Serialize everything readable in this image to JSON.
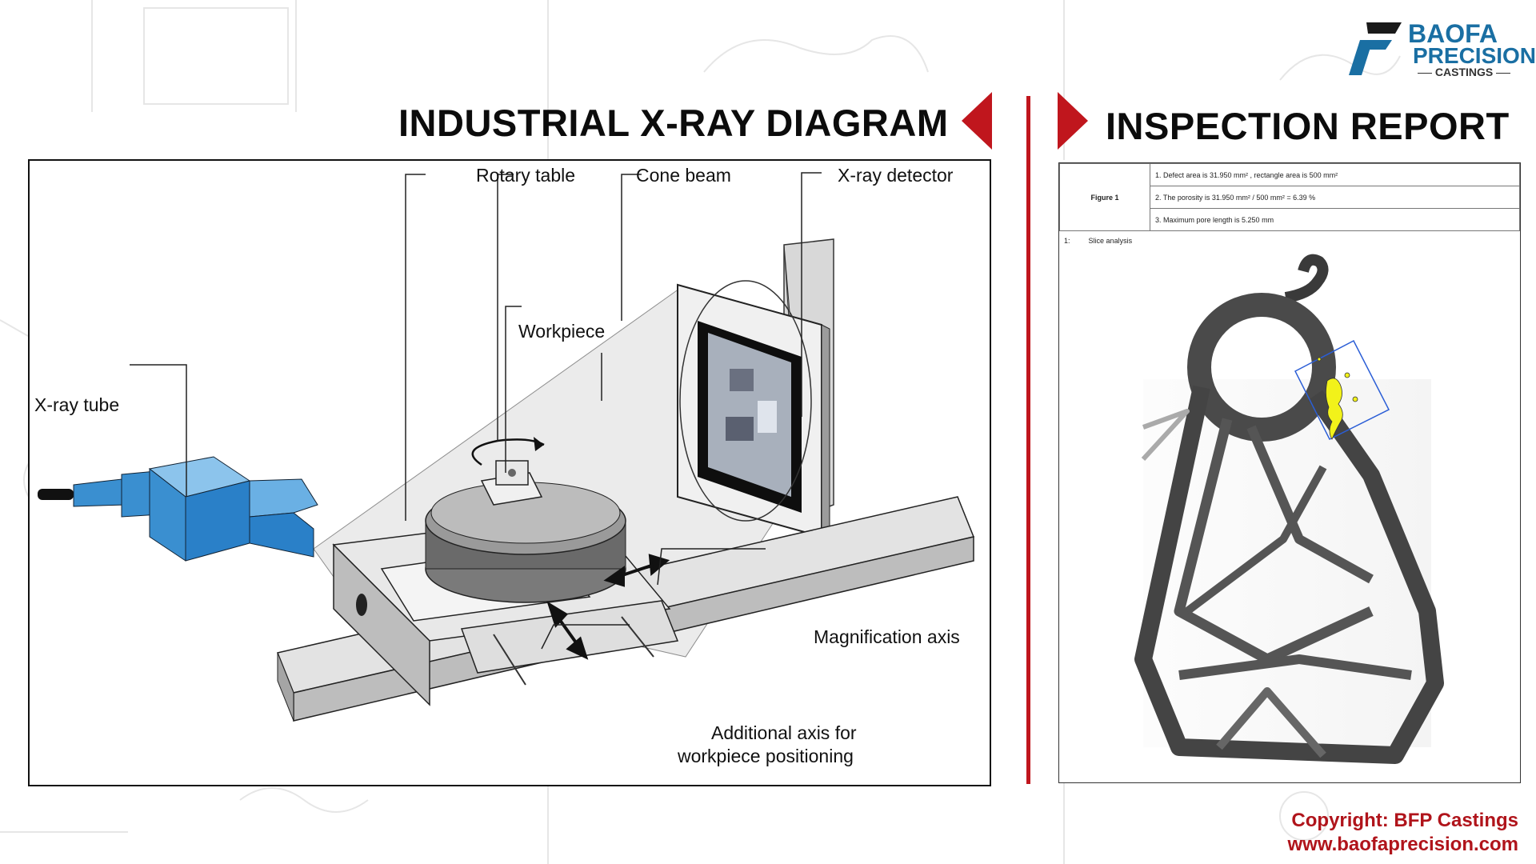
{
  "headings": {
    "left": "INDUSTRIAL X-RAY DIAGRAM",
    "right": "INSPECTION REPORT"
  },
  "logo": {
    "line1": "BAOFA",
    "line2": "PRECISION",
    "line3": "CASTINGS"
  },
  "diagram": {
    "labels": {
      "rotary_table": "Rotary table",
      "cone_beam": "Cone beam",
      "xray_detector": "X-ray detector",
      "workpiece": "Workpiece",
      "xray_tube": "X-ray tube",
      "magnification_axis": "Magnification axis",
      "additional_axis_1": "Additional axis for",
      "additional_axis_2": "workpiece positioning"
    }
  },
  "report": {
    "figure_label": "Figure 1",
    "notes": [
      "1. Defect area is 31.950 mm²  ,  rectangle area is 500 mm²",
      "2. The porosity is 31.950 mm² / 500 mm² = 6.39 %",
      "3. Maximum pore length is 5.250 mm"
    ],
    "section_number": "1:",
    "section_title": "Slice analysis"
  },
  "copyright": {
    "line1": "Copyright: BFP Castings",
    "line2": "www.baofaprecision.com"
  },
  "colors": {
    "accent_red": "#c0161d",
    "tube_blue": "#3a8fd0",
    "logo_blue": "#1a6fa3",
    "defect_yellow": "#f2f21a"
  }
}
